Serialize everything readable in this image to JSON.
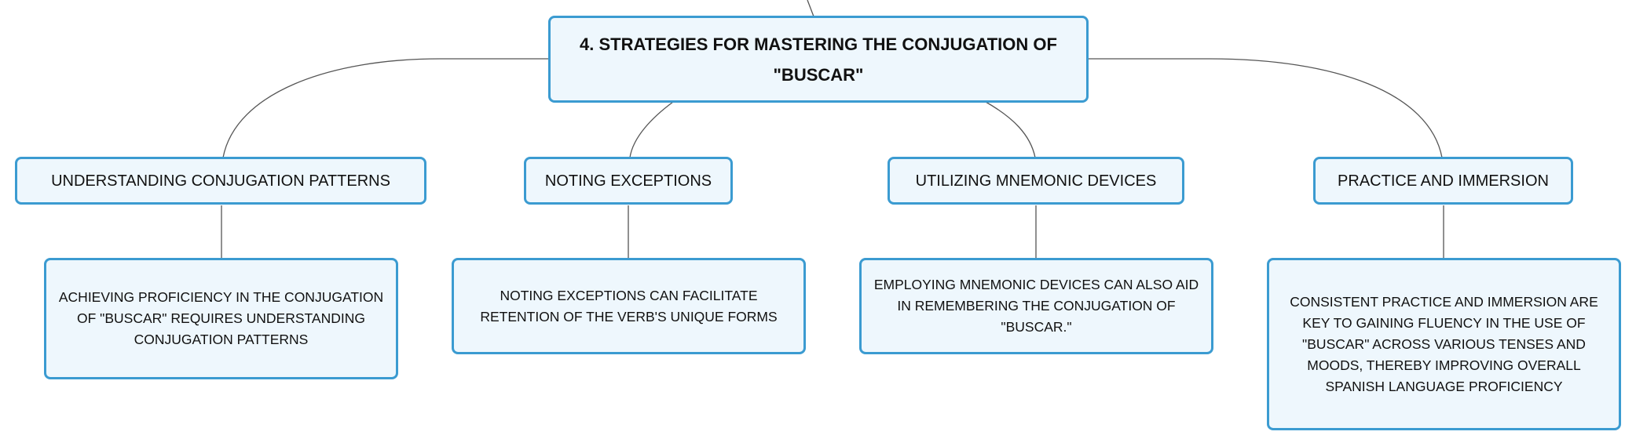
{
  "diagram": {
    "type": "mind-map",
    "colors": {
      "node_border": "#3b9bd1",
      "node_fill": "#eef7fd",
      "connector": "#555555",
      "text": "#111111"
    },
    "root": {
      "label": "4. STRATEGIES FOR MASTERING THE CONJUGATION OF \"BUSCAR\""
    },
    "topics": [
      {
        "label": "UNDERSTANDING CONJUGATION PATTERNS",
        "detail": "ACHIEVING PROFICIENCY IN THE CONJUGATION OF \"BUSCAR\" REQUIRES UNDERSTANDING CONJUGATION PATTERNS"
      },
      {
        "label": "NOTING EXCEPTIONS",
        "detail": "NOTING EXCEPTIONS CAN FACILITATE RETENTION OF THE VERB'S UNIQUE FORMS"
      },
      {
        "label": "UTILIZING MNEMONIC DEVICES",
        "detail": "EMPLOYING MNEMONIC DEVICES CAN ALSO AID IN REMEMBERING THE CONJUGATION OF \"BUSCAR.\""
      },
      {
        "label": "PRACTICE AND IMMERSION",
        "detail": "CONSISTENT PRACTICE AND IMMERSION ARE KEY TO GAINING FLUENCY IN THE USE OF \"BUSCAR\" ACROSS VARIOUS TENSES AND MOODS, THEREBY IMPROVING OVERALL SPANISH LANGUAGE PROFICIENCY"
      }
    ]
  }
}
